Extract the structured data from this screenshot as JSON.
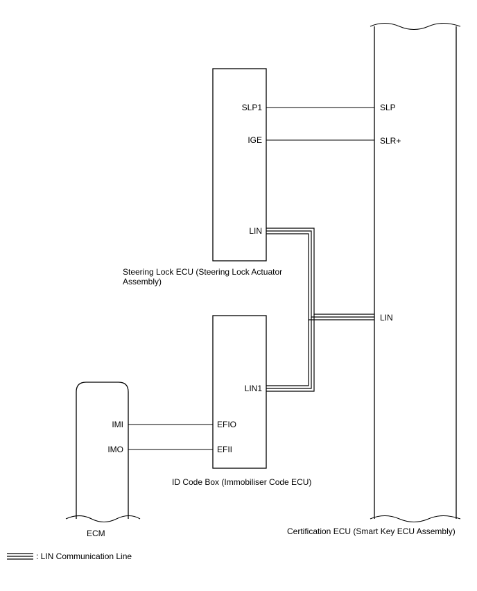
{
  "components": {
    "steering_lock_ecu": {
      "caption_line1": "Steering Lock ECU (Steering Lock Actuator",
      "caption_line2": "Assembly)",
      "pins": {
        "slp1": "SLP1",
        "ige": "IGE",
        "lin": "LIN"
      }
    },
    "id_code_box": {
      "caption": "ID Code Box (Immobiliser Code ECU)",
      "pins": {
        "lin1": "LIN1",
        "efio": "EFIO",
        "efii": "EFII"
      }
    },
    "ecm": {
      "caption": "ECM",
      "pins": {
        "imi": "IMI",
        "imo": "IMO"
      }
    },
    "certification_ecu": {
      "caption": "Certification ECU (Smart Key ECU Assembly)",
      "pins": {
        "slp": "SLP",
        "slr_plus": "SLR+",
        "lin": "LIN"
      }
    }
  },
  "legend": {
    "label": ": LIN Communication Line"
  },
  "colors": {
    "line": "#000000",
    "background": "#ffffff"
  }
}
